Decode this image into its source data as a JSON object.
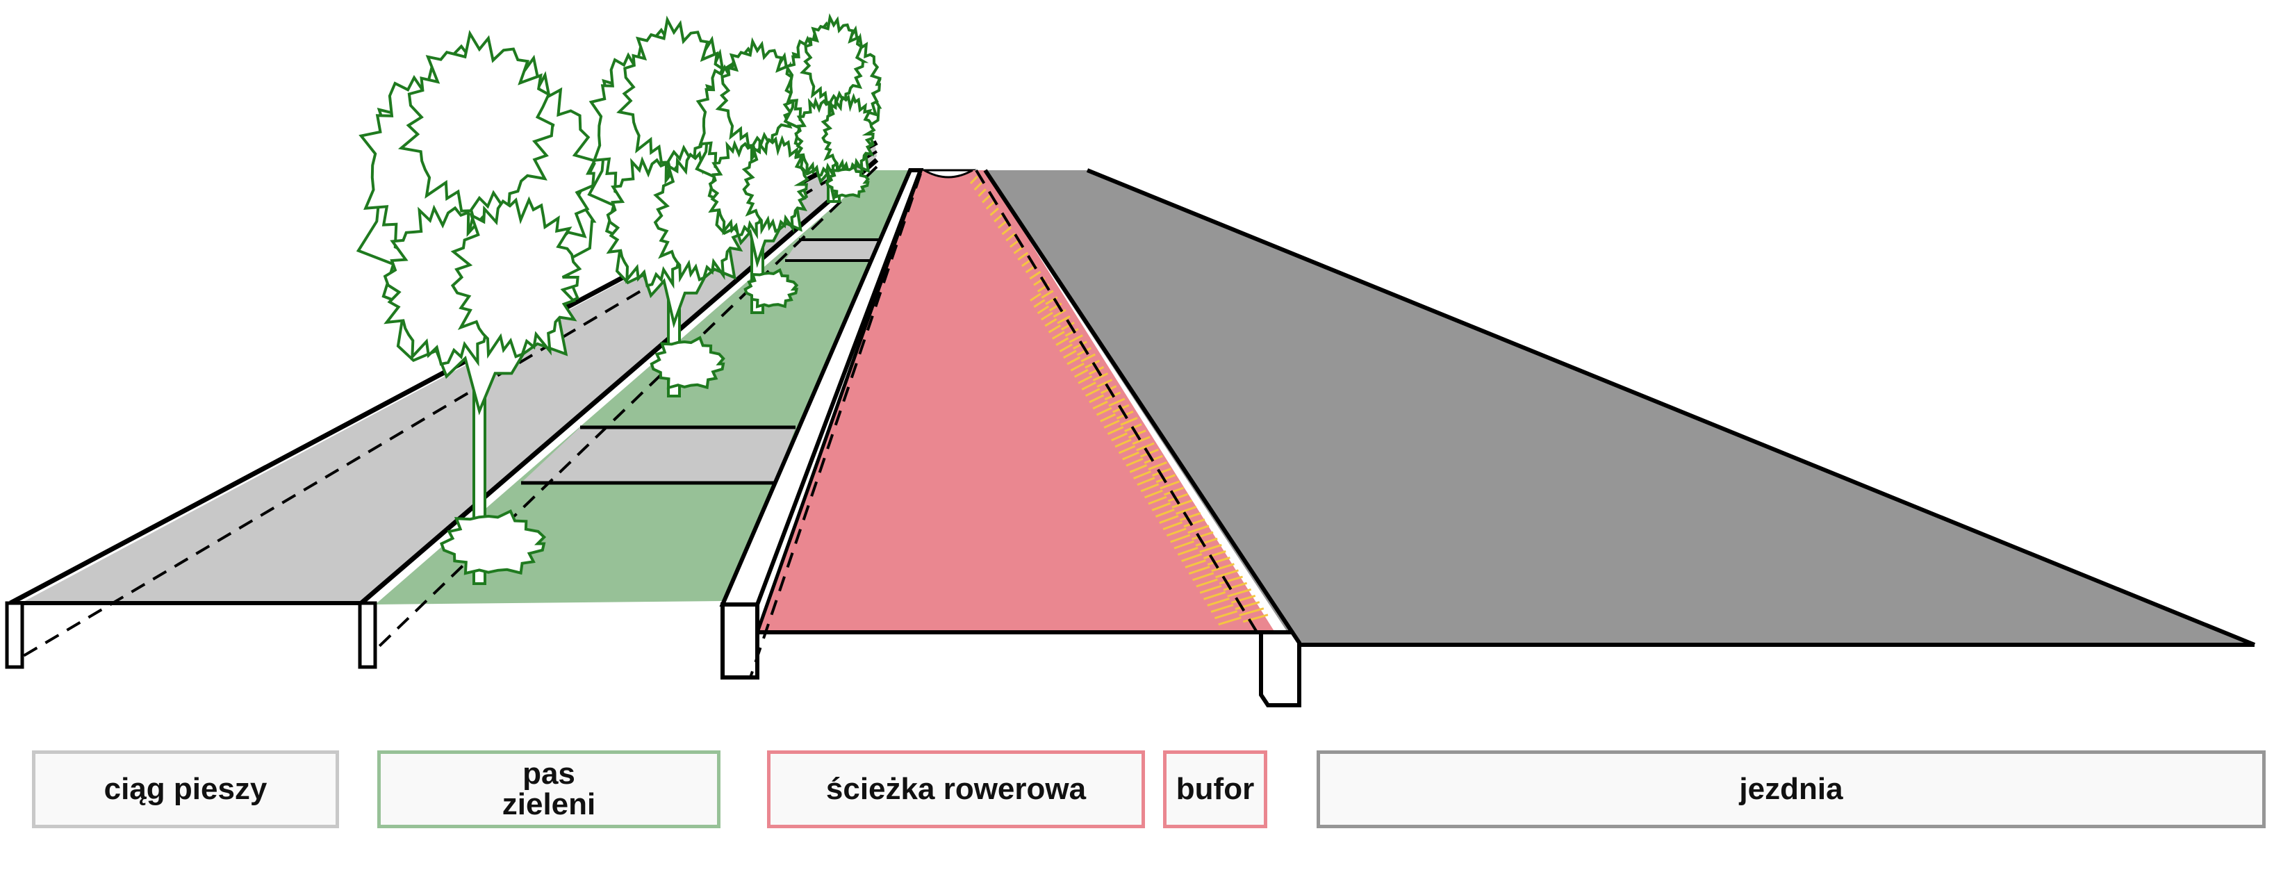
{
  "colors": {
    "walkway": "#c8c8c8",
    "greenery": "#97c197",
    "bike_path": "#ea8790",
    "roadway": "#969696",
    "tree_outline": "#1f7a1f",
    "buffer_hatch": "#f4c542"
  },
  "labels": {
    "walkway": "ciąg pieszy",
    "greenery": "pas\nzieleni",
    "bike_path": "ścieżka rowerowa",
    "buffer": "bufor",
    "roadway": "jezdnia"
  },
  "label_borders": {
    "walkway": "#c8c8c8",
    "greenery": "#97c197",
    "bike_path": "#ea8790",
    "buffer": "#ea8790",
    "roadway": "#969696"
  },
  "icons": {
    "trees": "tree-icon",
    "curbs": "curb-block"
  }
}
